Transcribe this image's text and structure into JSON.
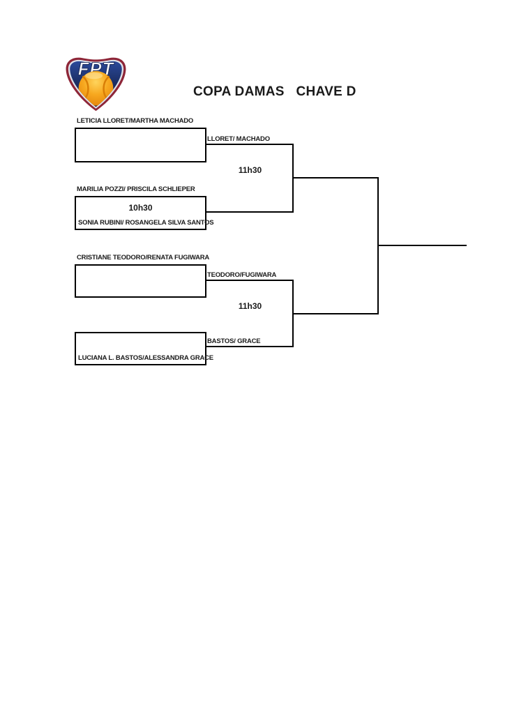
{
  "title": "COPA DAMAS   CHAVE D",
  "logo": {
    "label": "FPT",
    "colors": {
      "shield_navy": "#1c2f66",
      "shield_navy_light": "#2b4a9b",
      "border_maroon": "#8e2638",
      "bevel_silver": "#dfe3ea",
      "ball_orange": "#f7a81f",
      "ball_seam": "#d97e06"
    }
  },
  "bracket": {
    "round1": {
      "match1_label": "LETICIA LLORET/MARTHA MACHADO",
      "match2_label": "MARILIA POZZI/ PRISCILA SCHLIEPER",
      "match2_time": "10h30",
      "match2_footer": "SONIA RUBINI/ ROSANGELA SILVA SANTOS",
      "match3_label": "CRISTIANE TEODORO/RENATA FUGIWARA",
      "match4_footer": "LUCIANA L. BASTOS/ALESSANDRA GRACE"
    },
    "round2": {
      "top_winner": "LLORET/ MACHADO",
      "top_time": "11h30",
      "bottom_winner_top": "TEODORO/FUGIWARA",
      "bottom_time": "11h30",
      "bottom_winner_bottom": "BASTOS/ GRACE"
    }
  }
}
